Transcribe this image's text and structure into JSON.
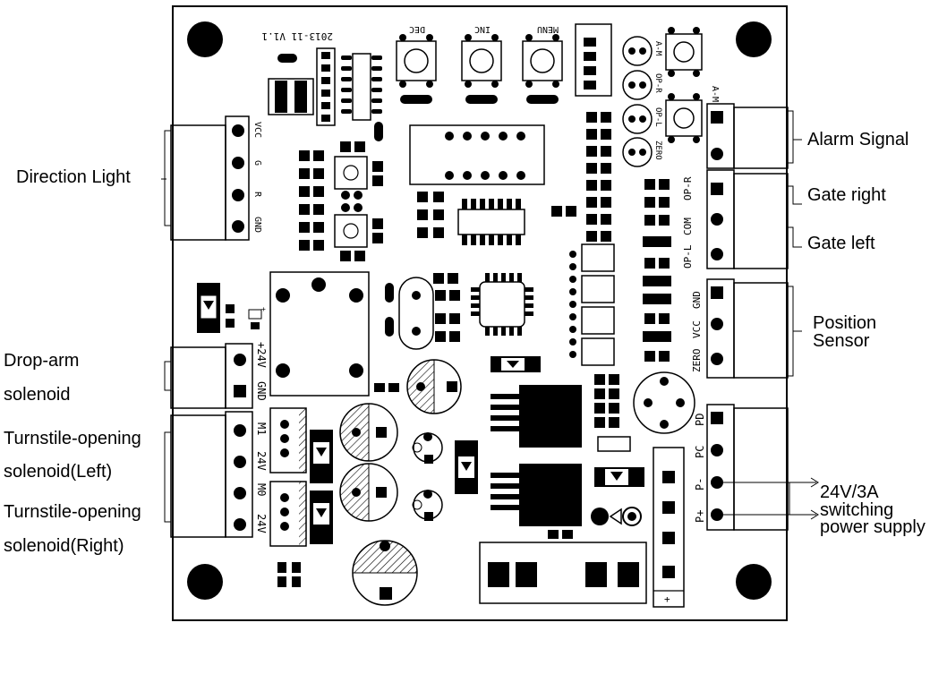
{
  "board": {
    "version": "2013-11 V1.1",
    "buttons": {
      "dec": "DEC",
      "inc": "INC",
      "menu": "MENU",
      "am": "A-M"
    },
    "leds": [
      "A-M",
      "OP-R",
      "OP-L",
      "ZERO"
    ],
    "connectors": {
      "direction_light": [
        "VCC",
        "G",
        "R",
        "GND"
      ],
      "alarm": "A-M",
      "gate": [
        "OP-R",
        "COM",
        "OP-L"
      ],
      "position": [
        "GND",
        "VCC",
        "ZERO"
      ],
      "drop_arm": [
        "+24V",
        "GND"
      ],
      "left_solenoid": [
        "M1",
        "24V"
      ],
      "right_solenoid": [
        "M0",
        "24V"
      ],
      "power": [
        "PD",
        "PC",
        "P-",
        "P+"
      ]
    },
    "plus_mark": "+",
    "plus_mark_small": "+"
  },
  "labels": {
    "direction_light": "Direction Light",
    "drop_arm_1": "Drop-arm",
    "drop_arm_2": "solenoid",
    "left_1": "Turnstile-opening",
    "left_2": "solenoid(Left)",
    "right_1": "Turnstile-opening",
    "right_2": "solenoid(Right)",
    "alarm": "Alarm Signal",
    "gate_right": "Gate right",
    "gate_left": "Gate left",
    "position_1": "Position",
    "position_2": "Sensor",
    "power_1": "24V/3A",
    "power_2": "switching",
    "power_3": "power supply"
  }
}
